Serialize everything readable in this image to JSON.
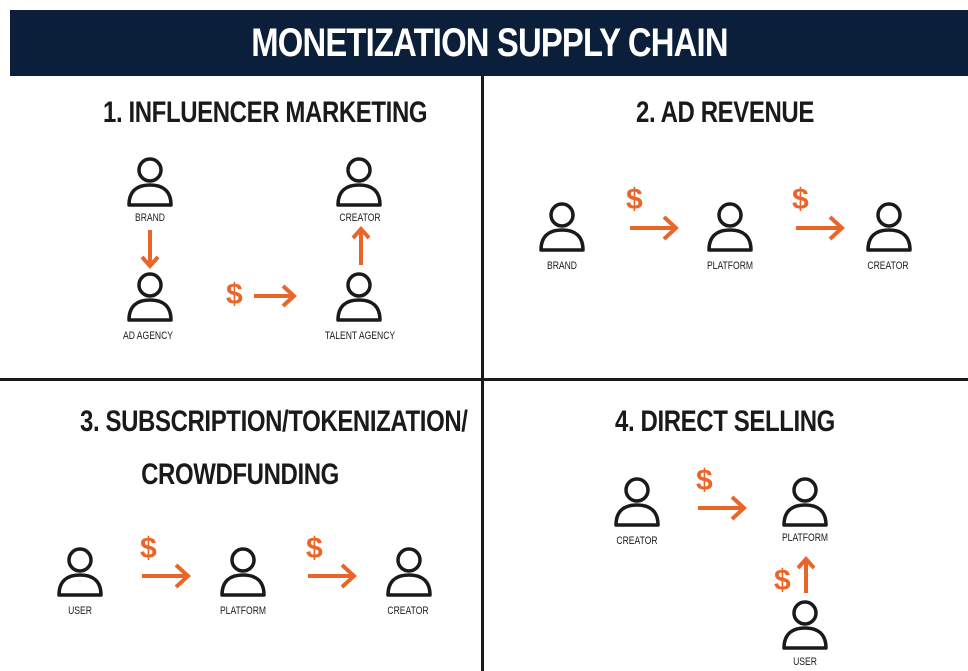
{
  "title": "MONETIZATION SUPPLY CHAIN",
  "colors": {
    "banner": "#0b1f3a",
    "accent": "#e8662a",
    "ink": "#1a1a1a"
  },
  "icons": {
    "person": "person-outline-icon",
    "arrow": "arrow-icon"
  },
  "panels": [
    {
      "heading": "1. INFLUENCER MARKETING",
      "nodes": [
        "BRAND",
        "AD AGENCY",
        "TALENT AGENCY",
        "CREATOR"
      ],
      "money_symbol": "$"
    },
    {
      "heading": "2. AD REVENUE",
      "nodes": [
        "BRAND",
        "PLATFORM",
        "CREATOR"
      ],
      "money_symbol": "$"
    },
    {
      "heading_line1": "3. SUBSCRIPTION/TOKENIZATION/",
      "heading_line2": "CROWDFUNDING",
      "nodes": [
        "USER",
        "PLATFORM",
        "CREATOR"
      ],
      "money_symbol": "$"
    },
    {
      "heading": "4. DIRECT SELLING",
      "nodes": [
        "CREATOR",
        "PLATFORM",
        "USER"
      ],
      "money_symbol": "$"
    }
  ]
}
